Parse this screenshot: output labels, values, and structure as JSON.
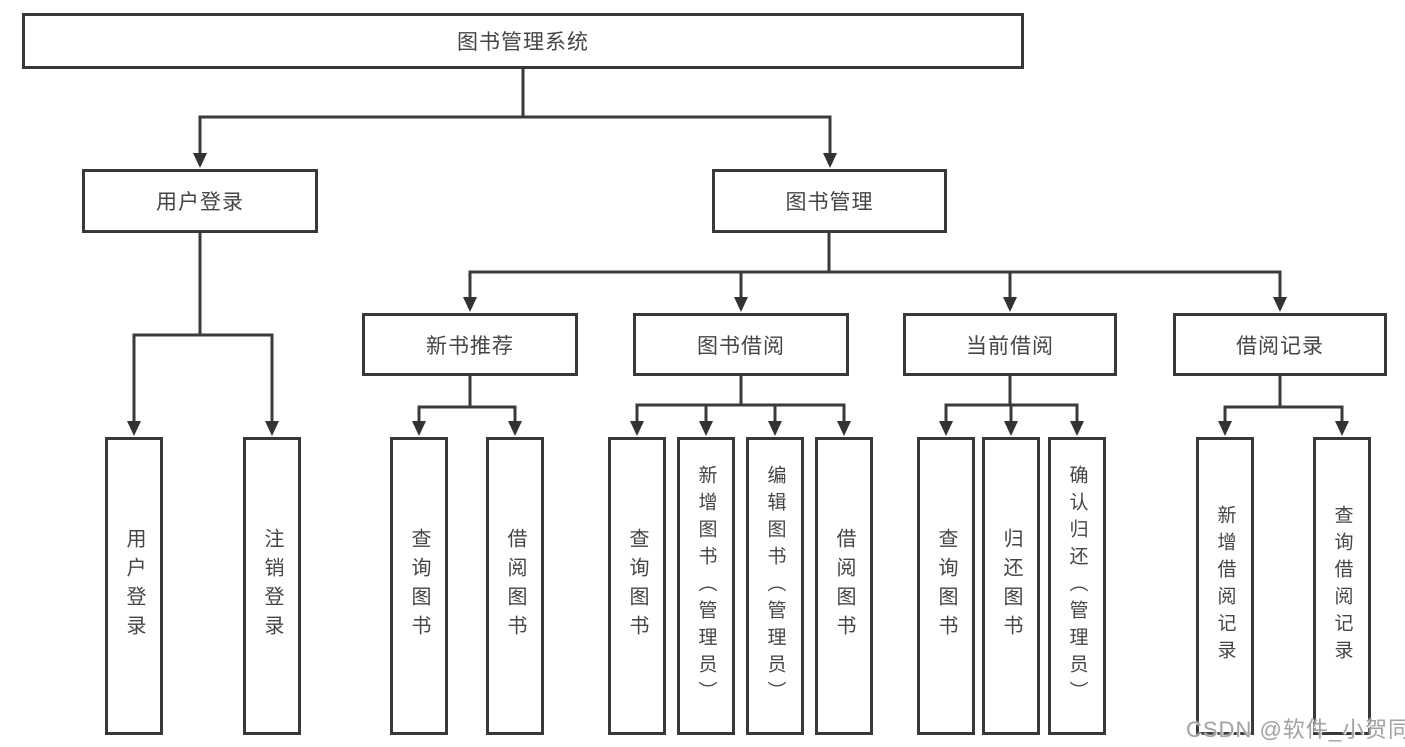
{
  "colors": {
    "line": "#3a3a3a",
    "box_border": "#383838",
    "text": "#454545",
    "background": "#ffffff",
    "watermark": "#a3a3a3"
  },
  "watermark": {
    "text": "CSDN @软件_小贺同学"
  },
  "diagram": {
    "type": "hierarchy-tree",
    "root": {
      "label": "图书管理系统"
    },
    "branches": [
      {
        "label": "用户登录",
        "children": [
          {
            "label": "用户登录"
          },
          {
            "label": "注销登录"
          }
        ]
      },
      {
        "label": "图书管理",
        "children": [
          {
            "label": "新书推荐",
            "children": [
              {
                "label": "查询图书"
              },
              {
                "label": "借阅图书"
              }
            ]
          },
          {
            "label": "图书借阅",
            "children": [
              {
                "label": "查询图书"
              },
              {
                "label": "新增图书（管理员）"
              },
              {
                "label": "编辑图书（管理员）"
              },
              {
                "label": "借阅图书"
              }
            ]
          },
          {
            "label": "当前借阅",
            "children": [
              {
                "label": "查询图书"
              },
              {
                "label": "归还图书"
              },
              {
                "label": "确认归还（管理员）"
              }
            ]
          },
          {
            "label": "借阅记录",
            "children": [
              {
                "label": "新增借阅记录"
              },
              {
                "label": "查询借阅记录"
              }
            ]
          }
        ]
      }
    ]
  }
}
